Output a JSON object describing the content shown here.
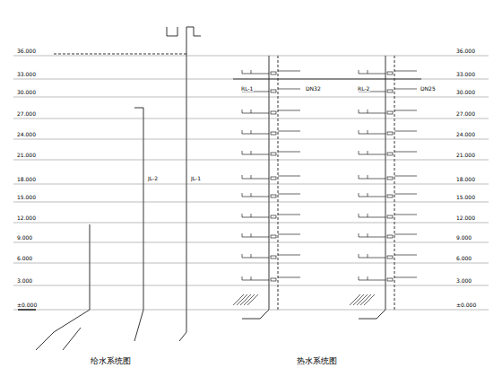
{
  "diagram": {
    "labels": [
      "36.000",
      "33.000",
      "30.000",
      "27.000",
      "24.000",
      "21.000",
      "18.000",
      "15.000",
      "12.000",
      "9.000",
      "6.000",
      "3.000",
      "±0.000",
      "36.000",
      "33.000",
      "30.000",
      "27.000",
      "24.000",
      "21.000",
      "18.000",
      "15.000",
      "12.000",
      "9.000",
      "6.000",
      "3.000",
      "±0.000",
      "给水系统图",
      "热水系统图",
      "JL-1",
      "JL-2",
      "RL-1",
      "RL-2",
      "DN32",
      "DN25"
    ]
  }
}
